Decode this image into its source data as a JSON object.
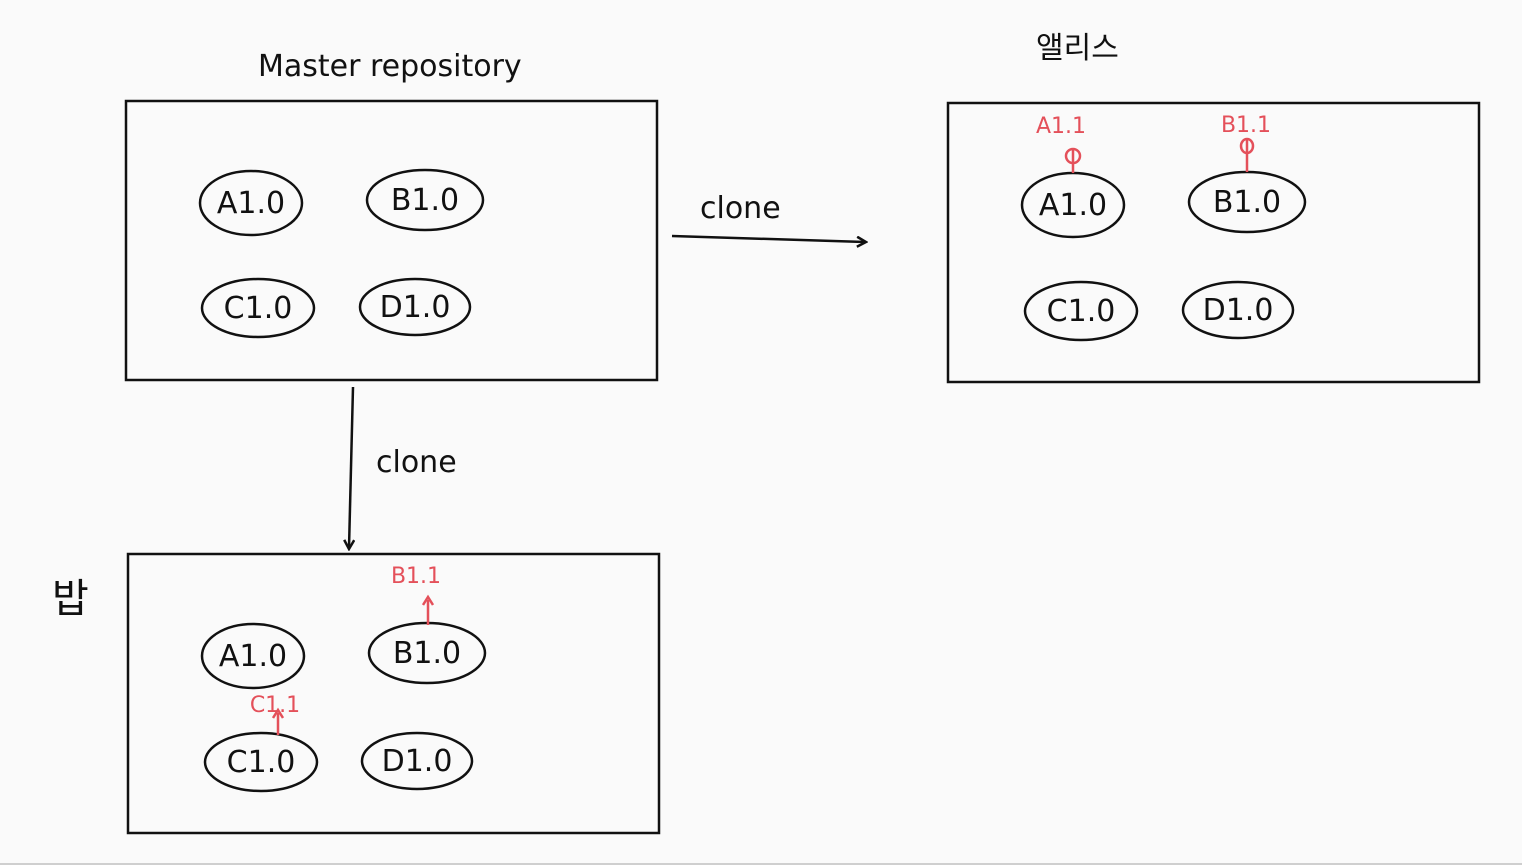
{
  "colors": {
    "ink": "#111111",
    "accent_red": "#e4505a",
    "background": "#fafafa"
  },
  "labels": {
    "master": "Master repository",
    "alice": "앨리스",
    "bob": "밥",
    "clone_right": "clone",
    "clone_down": "clone"
  },
  "master": {
    "nodes": [
      "A1.0",
      "B1.0",
      "C1.0",
      "D1.0"
    ]
  },
  "alice": {
    "nodes": [
      "A1.0",
      "B1.0",
      "C1.0",
      "D1.0"
    ],
    "updates": [
      "A1.1",
      "B1.1"
    ]
  },
  "bob": {
    "nodes": [
      "A1.0",
      "B1.0",
      "C1.0",
      "D1.0"
    ],
    "updates": [
      "B1.1",
      "C1.1"
    ]
  }
}
